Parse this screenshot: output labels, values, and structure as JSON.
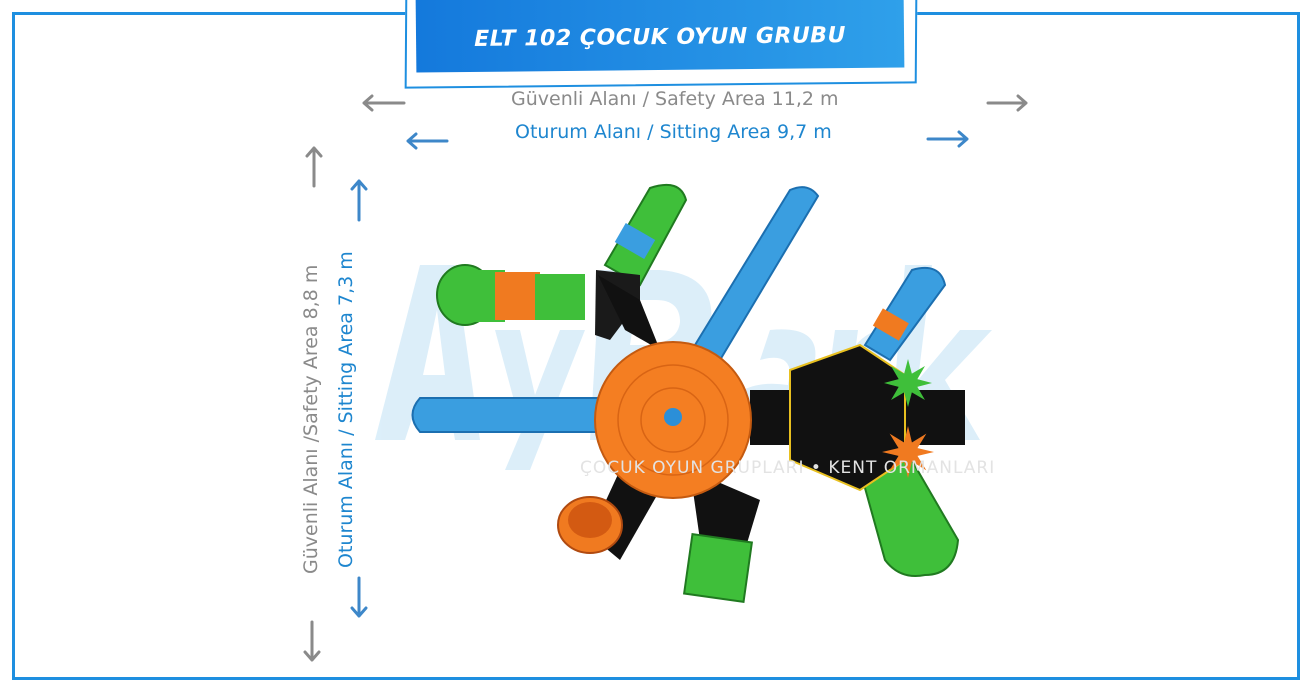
{
  "title": "ELT 102 ÇOCUK OYUN GRUBU",
  "dimensions": {
    "safety_horizontal": "Güvenli Alanı / Safety Area 11,2 m",
    "sitting_horizontal": "Oturum Alanı / Sitting Area 9,7 m",
    "safety_vertical": "Güvenli Alanı /Safety Area 8,8 m",
    "sitting_vertical": "Oturum Alanı / Sitting Area 7,3 m"
  },
  "watermark": {
    "logo": "AyPark",
    "tagline": "ÇOCUK OYUN GRUPLARI • KENT ORMANLARI"
  },
  "colors": {
    "accent": "#1e8fe0",
    "gray_text": "#8a8a8a",
    "blue_text": "#1e86cf"
  }
}
